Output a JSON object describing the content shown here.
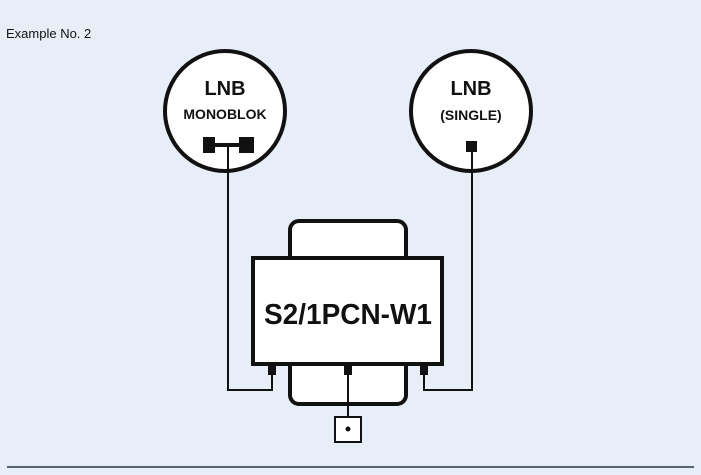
{
  "caption": "Example No. 2",
  "lnb_left": {
    "title": "LNB",
    "subtitle": "MONOBLOK"
  },
  "lnb_right": {
    "title": "LNB",
    "subtitle": "(SINGLE)"
  },
  "device": {
    "label": "S2/1PCN-W1"
  }
}
